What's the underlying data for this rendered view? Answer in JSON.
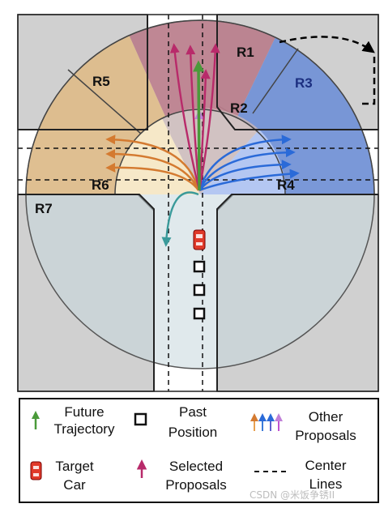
{
  "regions": [
    {
      "id": "R1",
      "label": "R1",
      "color": "#b87585"
    },
    {
      "id": "R2",
      "label": "R2",
      "color": "#cdb8b8"
    },
    {
      "id": "R3",
      "label": "R3",
      "color": "#6f8fd6"
    },
    {
      "id": "R4",
      "label": "R4",
      "color": "#b4c7f2"
    },
    {
      "id": "R5",
      "label": "R5",
      "color": "#dfba87"
    },
    {
      "id": "R6",
      "label": "R6",
      "color": "#f6e8c8"
    },
    {
      "id": "R7",
      "label": "R7",
      "color": "#c7d7dd"
    }
  ],
  "legend": {
    "future_trajectory": {
      "line1": "Future",
      "line2": "Trajectory",
      "color": "#4a9a3a"
    },
    "past_position": {
      "line1": "Past",
      "line2": "Position"
    },
    "other_proposals": {
      "line1": "Other",
      "line2": "Proposals",
      "colors": [
        "#e8a050",
        "#3a7ad8",
        "#6060d0",
        "#c050d0"
      ]
    },
    "target_car": {
      "line1": "Target",
      "line2": "Car",
      "color": "#e03a2a"
    },
    "selected_proposals": {
      "line1": "Selected",
      "line2": "Proposals",
      "color": "#b82a6a"
    },
    "center_lines": {
      "line1": "Center",
      "line2": "Lines"
    }
  },
  "watermark": "CSDN @米饭争锈II"
}
